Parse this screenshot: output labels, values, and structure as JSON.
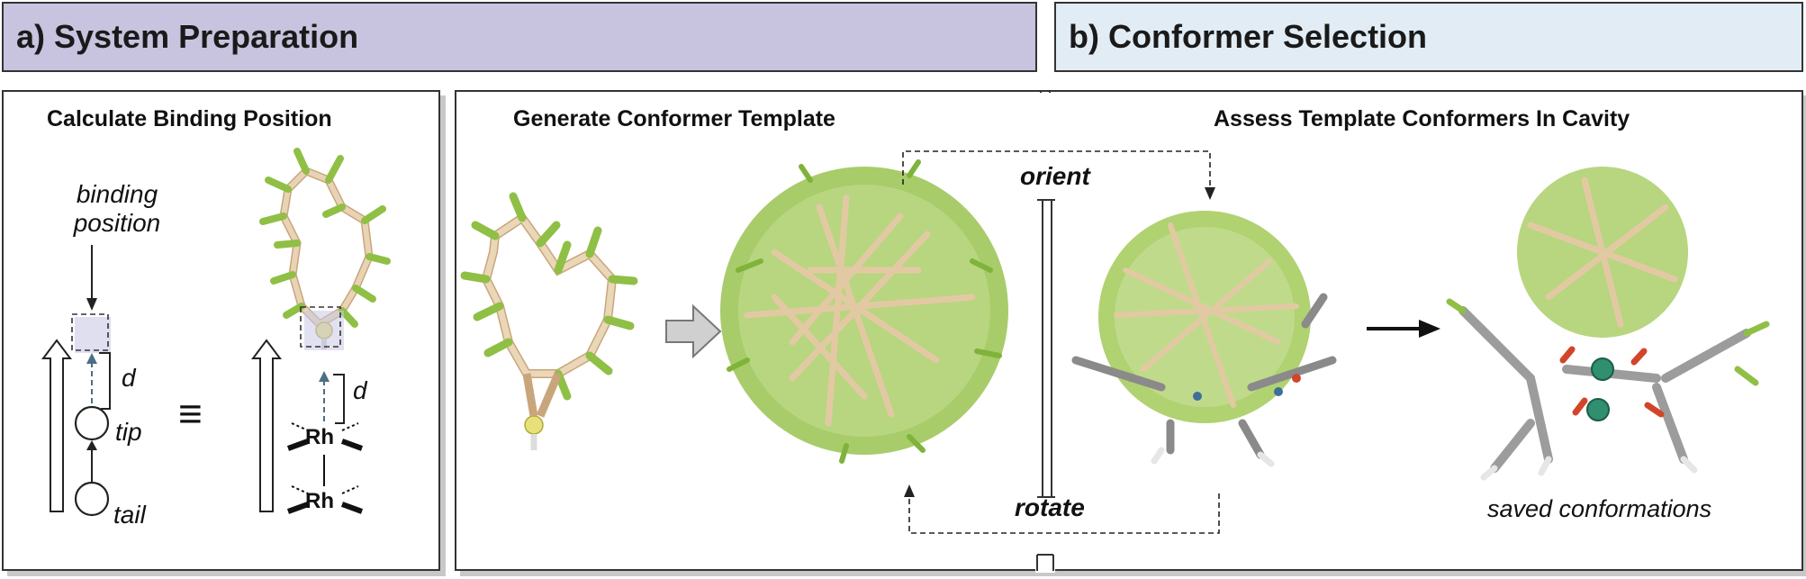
{
  "banners": {
    "a": "a) System Preparation",
    "b": "b) Conformer Selection"
  },
  "panels": {
    "binding": {
      "title": "Calculate Binding Position",
      "binding_label_1": "binding",
      "binding_label_2": "position",
      "d_label": "d",
      "tip_label": "tip",
      "tail_label": "tail",
      "equiv_symbol": "≡",
      "rh_label": "Rh"
    },
    "template": {
      "title": "Generate Conformer Template"
    },
    "cavity": {
      "title": "Assess Template Conformers In Cavity",
      "orient_label": "orient",
      "rotate_label": "rotate",
      "saved_label": "saved conformations"
    }
  },
  "colors": {
    "banner_a": "#c8c3de",
    "banner_b": "#e2ecf4",
    "carbon_beige": "#e3c9a3",
    "hydrogen_green": "#8fbf45",
    "sulfur_yellow": "#e8e07a",
    "rhodium_teal": "#2f8f70",
    "oxygen_red": "#d2452b",
    "nitrogen_blue": "#3d6f9a",
    "ligand_gray": "#9c9c9c"
  },
  "icons": [
    "down-arrow-icon",
    "block-arrow-right-icon",
    "arrow-right-icon",
    "dashed-loop-arrow-icon"
  ]
}
